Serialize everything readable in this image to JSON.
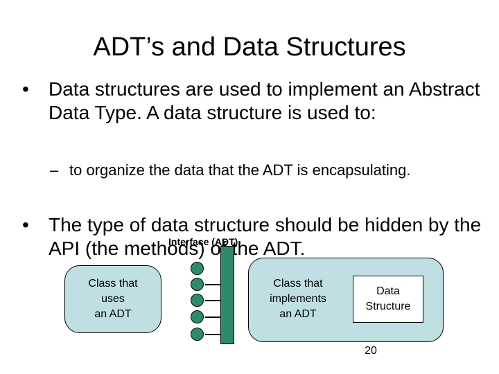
{
  "slide": {
    "title": "ADT’s and Data Structures",
    "bullets": [
      {
        "marker": "•",
        "text": "Data structures are used to implement an Abstract Data Type. A data structure is used to:"
      },
      {
        "marker": "•",
        "text": "The type of data structure should be hidden by the API (the methods) of the ADT."
      }
    ],
    "sub_bullet": {
      "marker": "–",
      "text": "to organize the data that the ADT is encapsulating."
    },
    "diagram": {
      "client_box_label": "Class that\nuses\nan ADT",
      "interface_label": "Interface (ADT)",
      "implementation_box_label": "Class that\nimplements\nan ADT",
      "data_structure_label": "Data\nStructure",
      "colors": {
        "box_fill": "#bfdfe3",
        "interface_fill": "#2e8b6a"
      }
    },
    "page_number": "20"
  }
}
